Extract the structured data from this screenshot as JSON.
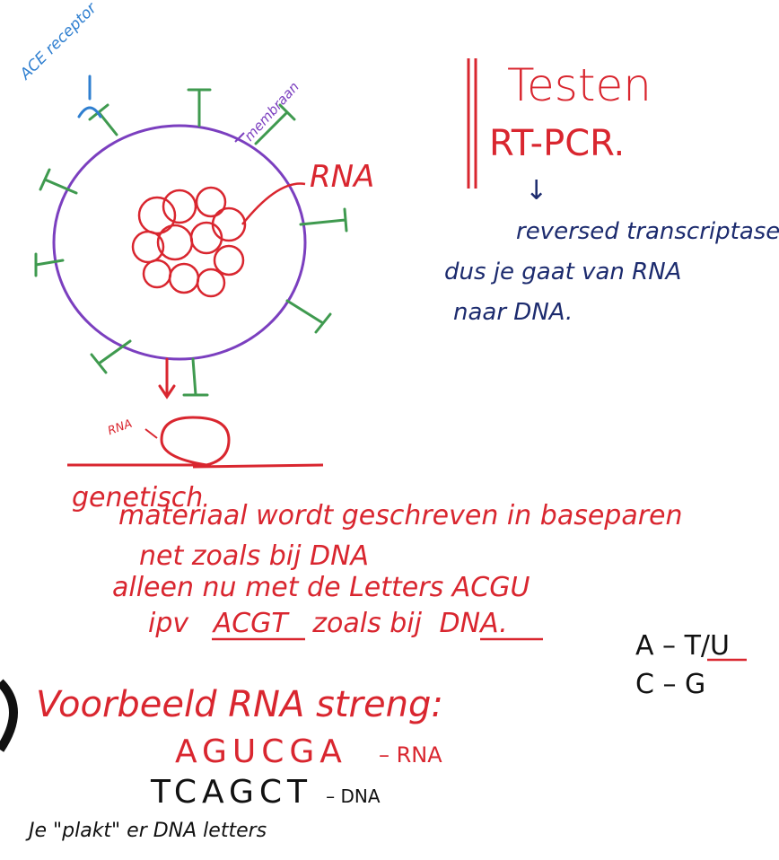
{
  "labels": {
    "ace_receptor": "ACE receptor",
    "membrane": "membraan",
    "rna_virus": "RNA",
    "rna_strand": "RNA"
  },
  "testing": {
    "title": "Testen",
    "method": "RT-PCR.",
    "arrow": "↓",
    "line1": "reversed transcriptase",
    "line2": "dus je gaat van RNA",
    "line3": "naar DNA."
  },
  "explanation": {
    "line1a": "genetisch",
    "line1b": "materiaal wordt geschreven in baseparen",
    "line2": "net zoals bij DNA",
    "line3": "alleen nu met de Letters ACGU",
    "line4_prefix": "ipv",
    "line4_acgt": "ACGT",
    "line4_mid": "zoals bij",
    "line4_dna": "DNA."
  },
  "pairs": {
    "row1": "A – T/U",
    "row2": "C – G"
  },
  "example": {
    "heading": "Voorbeeld RNA streng:",
    "rna_seq": "AGUCGA",
    "rna_tag": "– RNA",
    "dna_seq": "TCAGCT",
    "dna_tag": "– DNA",
    "footer": "Je \"plakt\" er DNA letters"
  },
  "colors": {
    "red": "#d9262f",
    "green": "#3f9a4f",
    "purple": "#7b3fbf",
    "light_blue": "#2f7fd0",
    "dark_blue": "#1c2b6e"
  }
}
